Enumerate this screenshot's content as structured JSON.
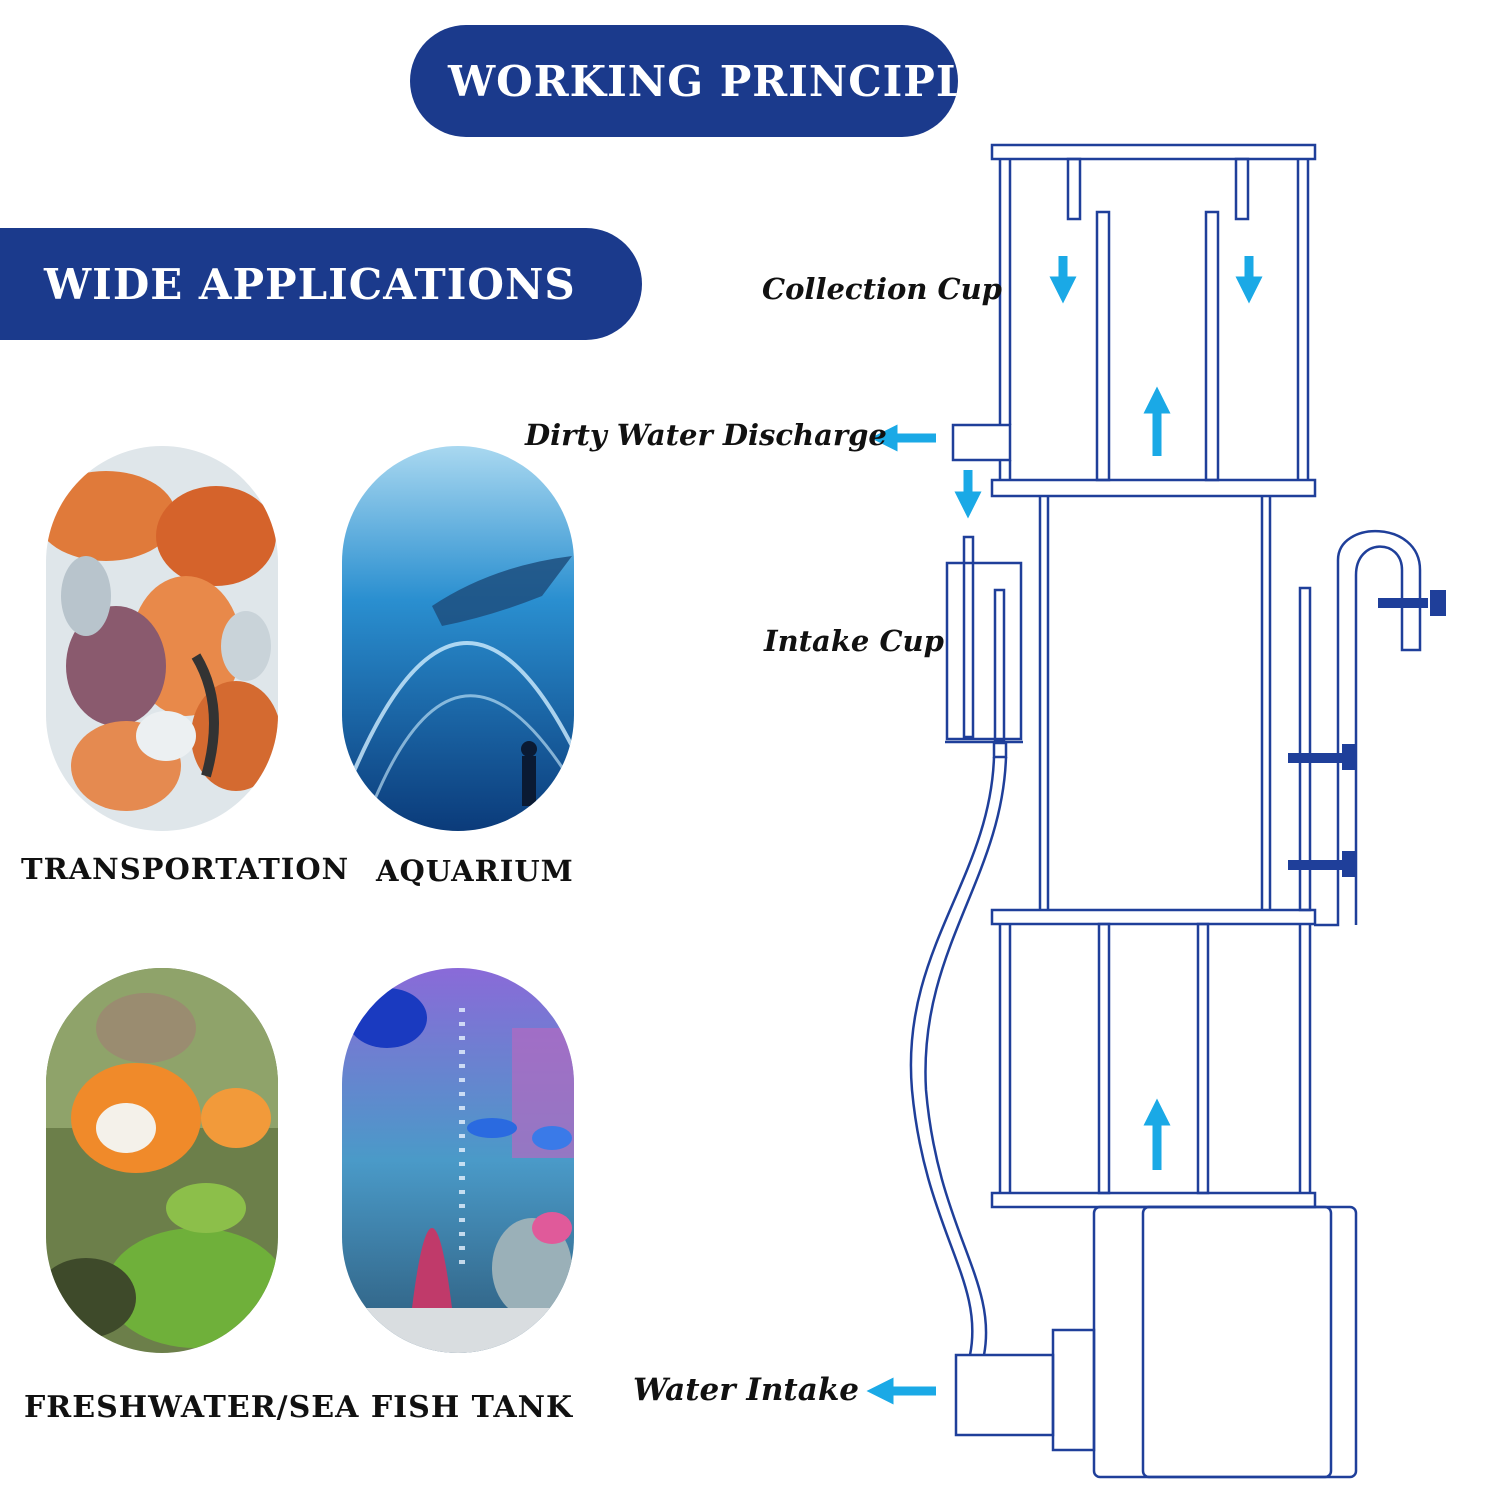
{
  "headers": {
    "working_principle": "WORKING PRINCIPLE",
    "wide_applications": "WIDE APPLICATIONS"
  },
  "applications": [
    {
      "label": "TRANSPORTATION",
      "icon": "seafood-photo"
    },
    {
      "label": "AQUARIUM",
      "icon": "aquarium-tunnel-photo"
    },
    {
      "label": "FRESHWATER/SEA FISH TANK",
      "icon": "goldfish-photo"
    }
  ],
  "diagram_labels": {
    "collection_cup": "Collection Cup",
    "dirty_water_discharge": "Dirty Water Discharge",
    "intake_cup": "Intake Cup",
    "water_intake": "Water Intake"
  },
  "colors": {
    "brand_navy": "#1b3a8c",
    "arrow_blue": "#1aa9e6",
    "outline": "#1f3f9a",
    "text": "#111111"
  }
}
